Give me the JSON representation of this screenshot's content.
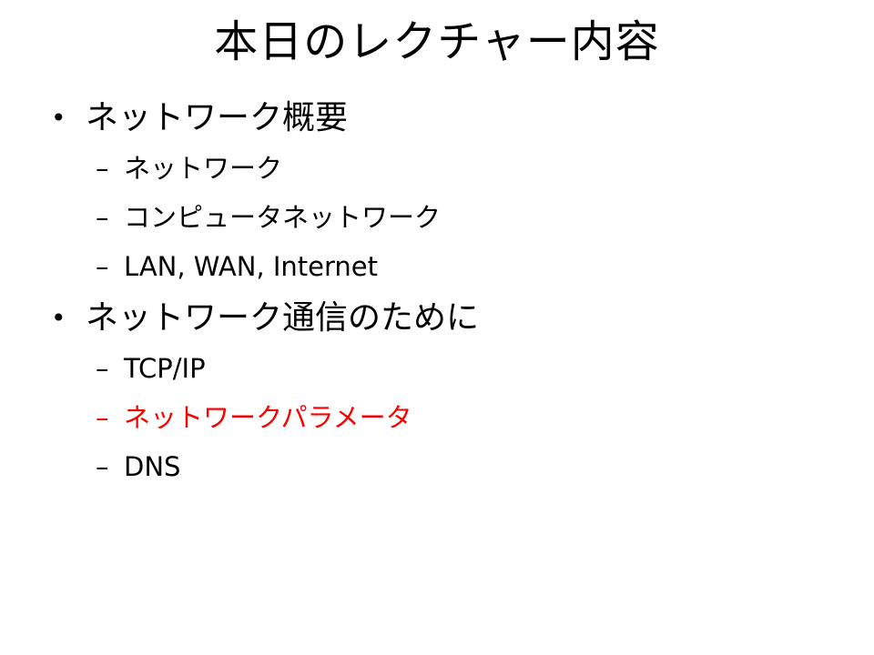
{
  "slide": {
    "title": "本日のレクチャー内容",
    "bullets": [
      {
        "marker": "•",
        "text": "ネットワーク概要",
        "subitems": [
          {
            "marker": "–",
            "text": "ネットワーク"
          },
          {
            "marker": "–",
            "text": "コンピュータネットワーク"
          },
          {
            "marker": "–",
            "text": "LAN, WAN, Internet"
          }
        ]
      },
      {
        "marker": "•",
        "text": "ネットワーク通信のために",
        "subitems": [
          {
            "marker": "–",
            "text": "TCP/IP"
          },
          {
            "marker": "–",
            "text": "ネットワークパラメータ"
          },
          {
            "marker": "–",
            "text": "DNS"
          }
        ]
      }
    ]
  },
  "colors": {
    "text": "#000000",
    "highlight": "#ff0000",
    "background": "#ffffff"
  }
}
